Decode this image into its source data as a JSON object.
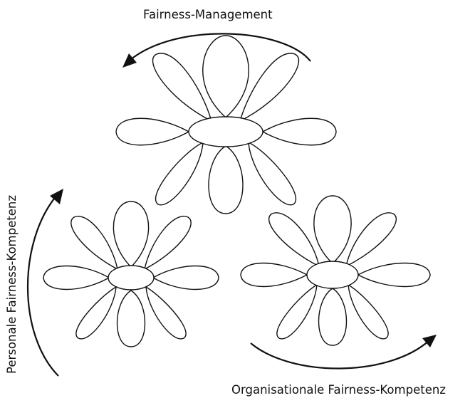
{
  "labels": {
    "top": "Fairness-Management",
    "left": "Personale Fairness-Kompetenz",
    "bottom": "Organisationale Fairness-Kompetenz"
  },
  "flowers": [
    {
      "id": "top",
      "petals": 8
    },
    {
      "id": "left",
      "petals": 8
    },
    {
      "id": "right",
      "petals": 8
    }
  ],
  "colors": {
    "stroke": "#111111",
    "background": "#ffffff"
  }
}
